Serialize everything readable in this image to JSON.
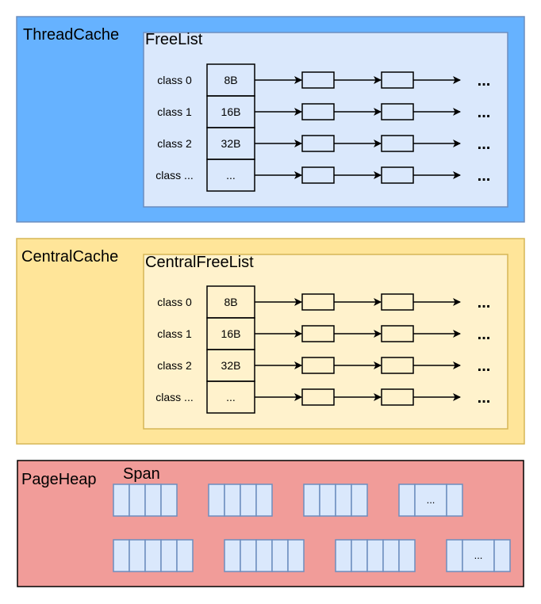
{
  "thread_cache": {
    "title": "ThreadCache",
    "list_title": "FreeList",
    "colors": {
      "outer_fill": "#66b2ff",
      "outer_stroke": "#6c8ebf",
      "inner_fill": "#dae8fc",
      "inner_stroke": "#6c8ebf"
    },
    "rows": [
      {
        "class": "class 0",
        "size": "8B",
        "more": "..."
      },
      {
        "class": "class 1",
        "size": "16B",
        "more": "..."
      },
      {
        "class": "class 2",
        "size": "32B",
        "more": "..."
      },
      {
        "class": "class ...",
        "size": "...",
        "more": "..."
      }
    ]
  },
  "central_cache": {
    "title": "CentralCache",
    "list_title": "CentralFreeList",
    "colors": {
      "outer_fill": "#ffe599",
      "outer_stroke": "#d6b656",
      "inner_fill": "#fff2cc",
      "inner_stroke": "#d6b656"
    },
    "rows": [
      {
        "class": "class 0",
        "size": "8B",
        "more": "..."
      },
      {
        "class": "class 1",
        "size": "16B",
        "more": "..."
      },
      {
        "class": "class 2",
        "size": "32B",
        "more": "..."
      },
      {
        "class": "class ...",
        "size": "...",
        "more": "..."
      }
    ]
  },
  "page_heap": {
    "title": "PageHeap",
    "span_label": "Span",
    "colors": {
      "outer_fill": "#f19c99",
      "outer_stroke": "#000000",
      "span_fill": "#dae8fc",
      "span_stroke": "#6c8ebf"
    },
    "span_rows": [
      [
        {
          "slots": [
            "",
            "",
            "",
            ""
          ]
        },
        {
          "slots": [
            "",
            "",
            "",
            ""
          ]
        },
        {
          "slots": [
            "",
            "",
            "",
            ""
          ]
        },
        {
          "slots": [
            "",
            "...",
            ""
          ]
        }
      ],
      [
        {
          "slots": [
            "",
            "",
            "",
            "",
            ""
          ]
        },
        {
          "slots": [
            "",
            "",
            "",
            "",
            ""
          ]
        },
        {
          "slots": [
            "",
            "",
            "",
            "",
            ""
          ]
        },
        {
          "slots": [
            "",
            "...",
            ""
          ]
        }
      ]
    ]
  }
}
